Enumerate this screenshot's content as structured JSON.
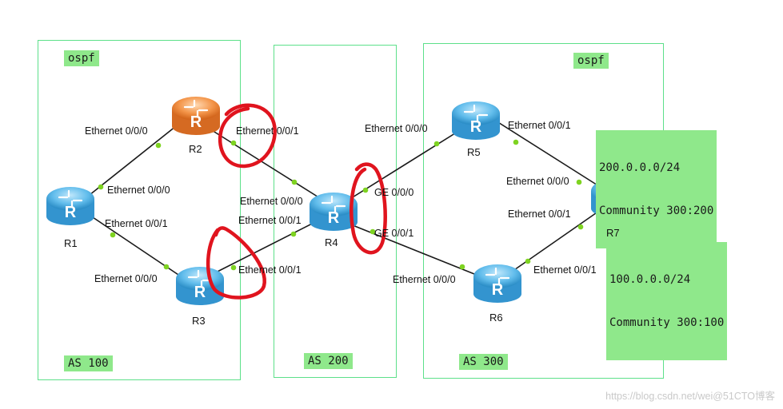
{
  "areas": {
    "as100": "AS 100",
    "as200": "AS 200",
    "as300": "AS 300",
    "ospf_left": "ospf",
    "ospf_right": "ospf"
  },
  "routers": {
    "r1": "R1",
    "r2": "R2",
    "r3": "R3",
    "r4": "R4",
    "r5": "R5",
    "r6": "R6",
    "r7": "R7"
  },
  "interfaces": {
    "r2_e000": "Ethernet 0/0/0",
    "r2_e001": "Ethernet 0/0/1",
    "r1_e000": "Ethernet 0/0/0",
    "r1_e001": "Ethernet 0/0/1",
    "r3_e000": "Ethernet 0/0/0",
    "r3_e001": "Ethernet 0/0/1",
    "r4_e000": "Ethernet 0/0/0",
    "r4_e001": "Ethernet 0/0/1",
    "r4_ge000": "GE 0/0/0",
    "r4_ge001": "GE 0/0/1",
    "r5_e000": "Ethernet 0/0/0",
    "r5_e001": "Ethernet 0/0/1",
    "r7_e000": "Ethernet 0/0/0",
    "r7_e001": "Ethernet 0/0/1",
    "r6_e000": "Ethernet 0/0/0",
    "r6_e001": "Ethernet 0/0/1"
  },
  "routes": {
    "r7_net1_prefix": "200.0.0.0/24",
    "r7_net1_community": "Community 300:200",
    "r7_net2_prefix": "100.0.0.0/24",
    "r7_net2_community": "Community 300:100"
  },
  "watermark": "https://blog.csdn.net/wei@51CTO博客",
  "colors": {
    "box_border": "#5de08a",
    "tag_fill": "#8fe88b",
    "link": "#1a1a1a",
    "port_dot": "#7ed321",
    "router_blue": "#5ab8ea",
    "router_orange": "#f08a3c",
    "annotation_red": "#e0141e"
  }
}
